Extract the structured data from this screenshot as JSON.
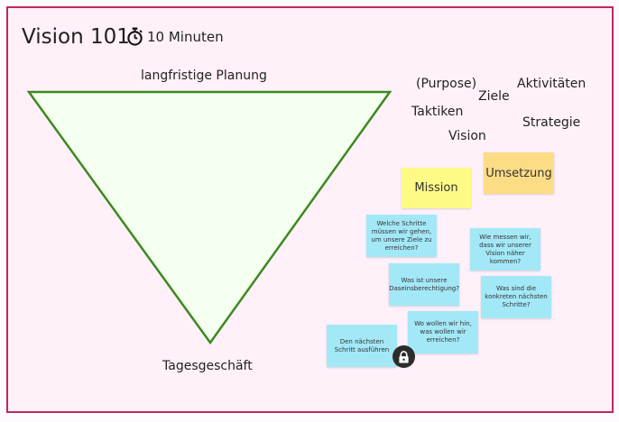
{
  "header": {
    "title": "Vision 101",
    "timer_label": "10 Minuten"
  },
  "pyramid": {
    "top_label": "langfristige Planung",
    "bottom_label": "Tagesgeschäft",
    "fill_color": "#f4fff0",
    "stroke_color": "#3c8a1e"
  },
  "words": {
    "purpose": "(Purpose)",
    "ziele": "Ziele",
    "aktivitaeten": "Aktivitäten",
    "taktiken": "Taktiken",
    "strategie": "Strategie",
    "vision": "Vision"
  },
  "stickies": {
    "mission": "Mission",
    "umsetzung": "Umsetzung",
    "welche_schritte": "Welche Schritte müssen wir gehen, um unsere Ziele zu erreichen?",
    "wie_messen": "Wie messen wir, dass wir unserer Vision näher kommen?",
    "daseinsberechtigung": "Was ist unsere Daseinsberechtigung?",
    "naechste_schritte": "Was sind die konkreten nächsten Schritte?",
    "wo_wollen": "Wo wollen wir hin, was wollen wir erreichen?",
    "ausfuehren": "Den nächsten Schritt ausführen"
  },
  "colors": {
    "frame_border": "#c0285a",
    "frame_bg": "#fff0fa",
    "sticky_yellow": "#fdfa86",
    "sticky_orange": "#fddc86",
    "sticky_blue": "#a3e8f7"
  },
  "icons": {
    "timer": "stopwatch-icon",
    "lock": "lock-icon"
  }
}
